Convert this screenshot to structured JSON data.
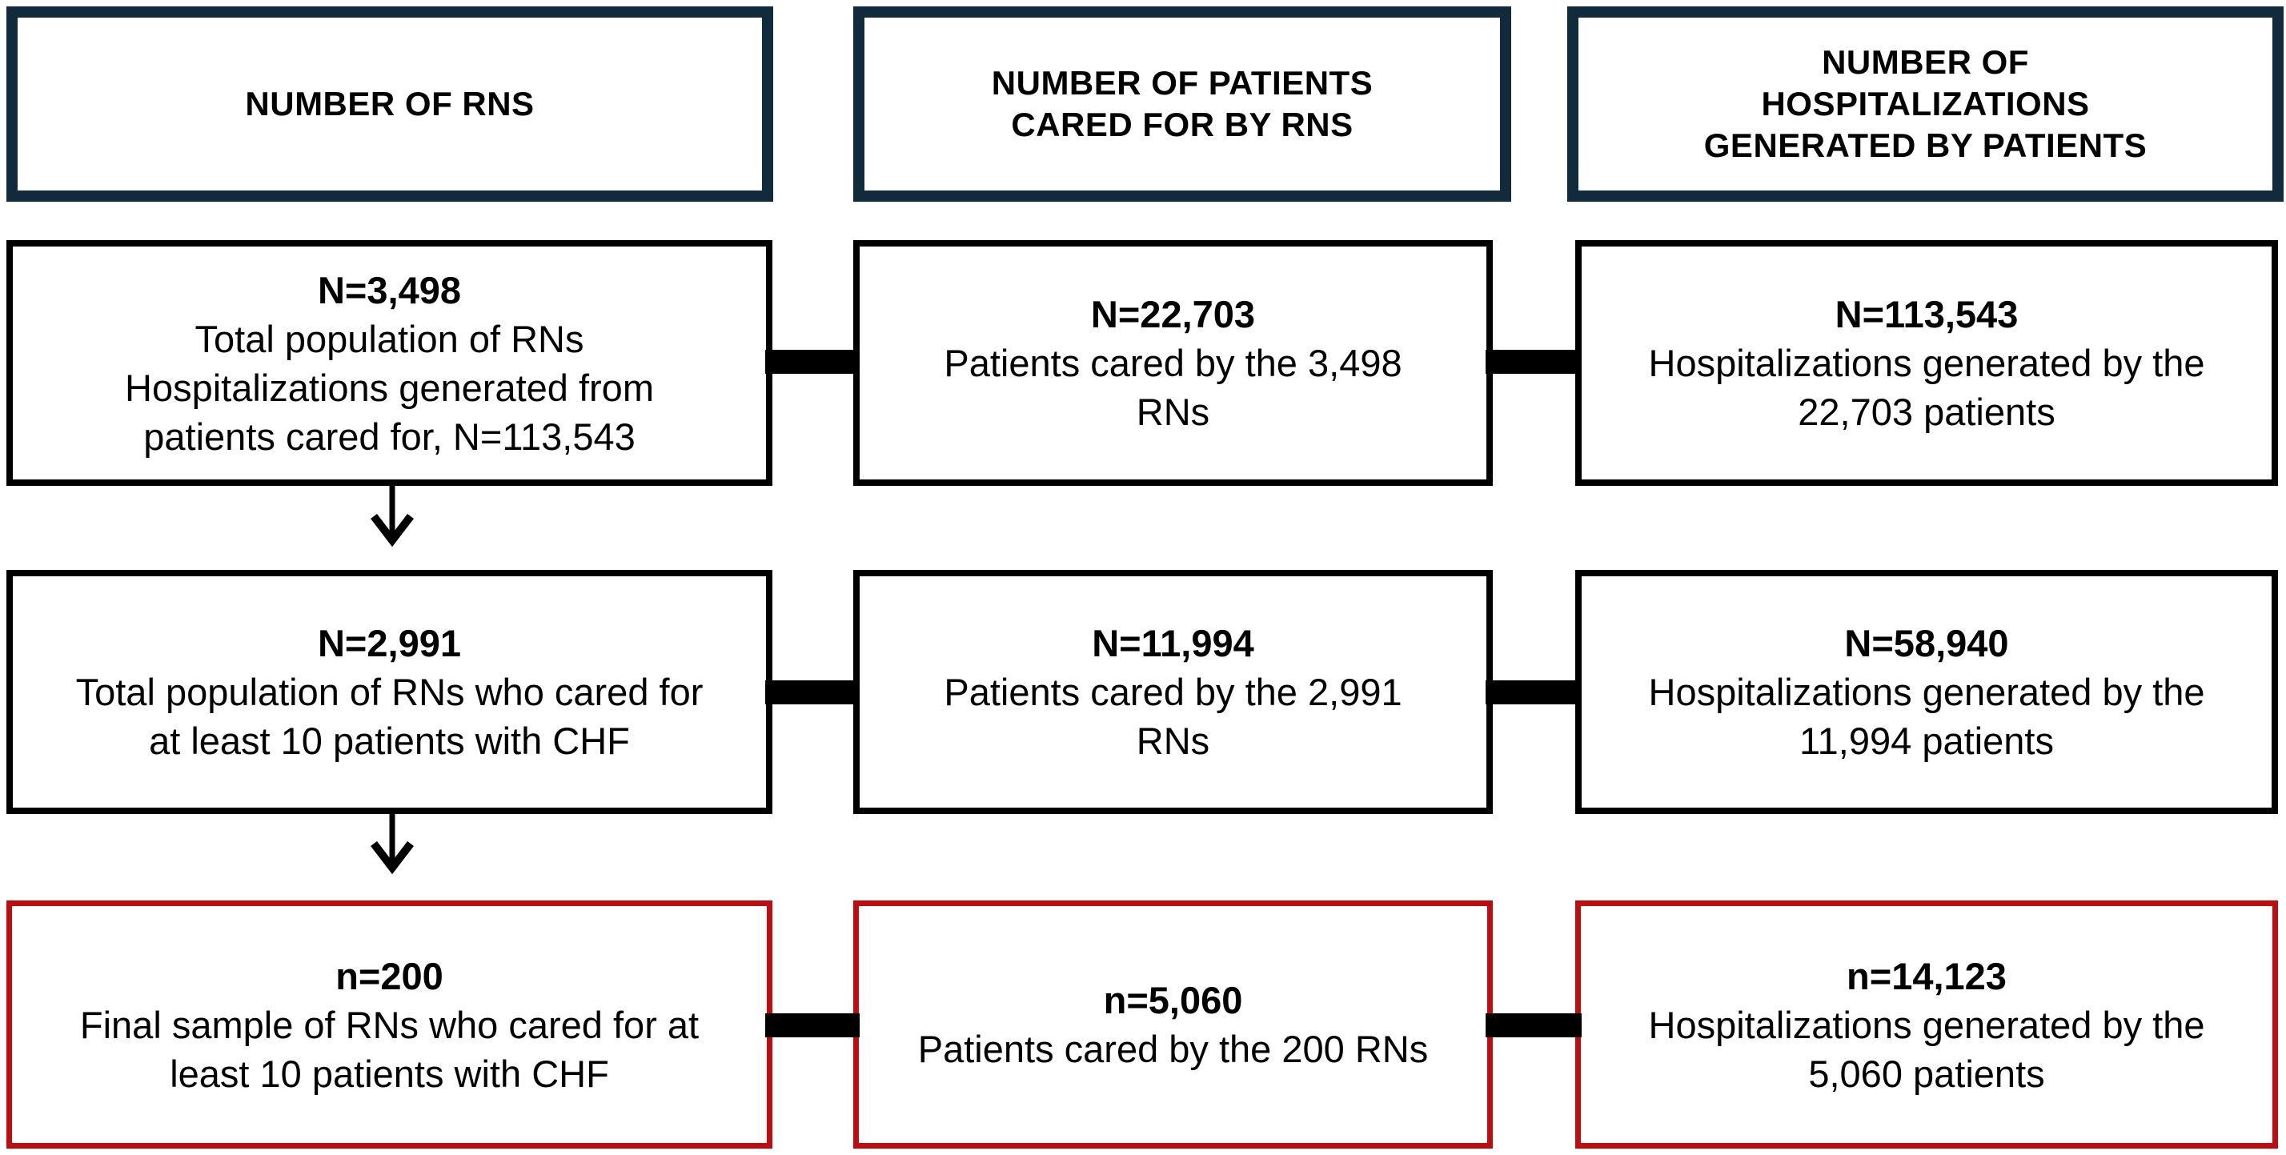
{
  "diagram_title": "RN sample selection flow diagram",
  "colors": {
    "header_border": "#122b3c",
    "box_border": "#000000",
    "highlight_border": "#c00b0f",
    "text_color": "#000000",
    "bg": "#ffffff"
  },
  "columns": [
    {
      "header": "NUMBER OF RNS"
    },
    {
      "header": "NUMBER OF PATIENTS\nCARED FOR BY RNS"
    },
    {
      "header": "NUMBER OF\nHOSPITALIZATIONS\nGENERATED BY PATIENTS"
    }
  ],
  "rows": [
    {
      "cells": [
        {
          "value": "N=3,498",
          "desc": "Total population of RNs\nHospitalizations generated from\npatients cared for, N=113,543"
        },
        {
          "value": "N=22,703",
          "desc": "Patients cared by the 3,498\nRNs"
        },
        {
          "value": "N=113,543",
          "desc": "Hospitalizations generated by the\n22,703 patients"
        }
      ]
    },
    {
      "cells": [
        {
          "value": "N=2,991",
          "desc": "Total population of RNs who cared for\nat least 10 patients with CHF"
        },
        {
          "value": "N=11,994",
          "desc": "Patients cared by the 2,991\nRNs"
        },
        {
          "value": "N=58,940",
          "desc": "Hospitalizations generated by the\n11,994 patients"
        }
      ]
    },
    {
      "cells": [
        {
          "value": "n=200",
          "desc": "Final sample of RNs who cared for at\nleast 10 patients with CHF"
        },
        {
          "value": "n=5,060",
          "desc": "Patients cared by the 200 RNs"
        },
        {
          "value": "n=14,123",
          "desc": "Hospitalizations generated by the\n5,060 patients"
        }
      ]
    }
  ]
}
